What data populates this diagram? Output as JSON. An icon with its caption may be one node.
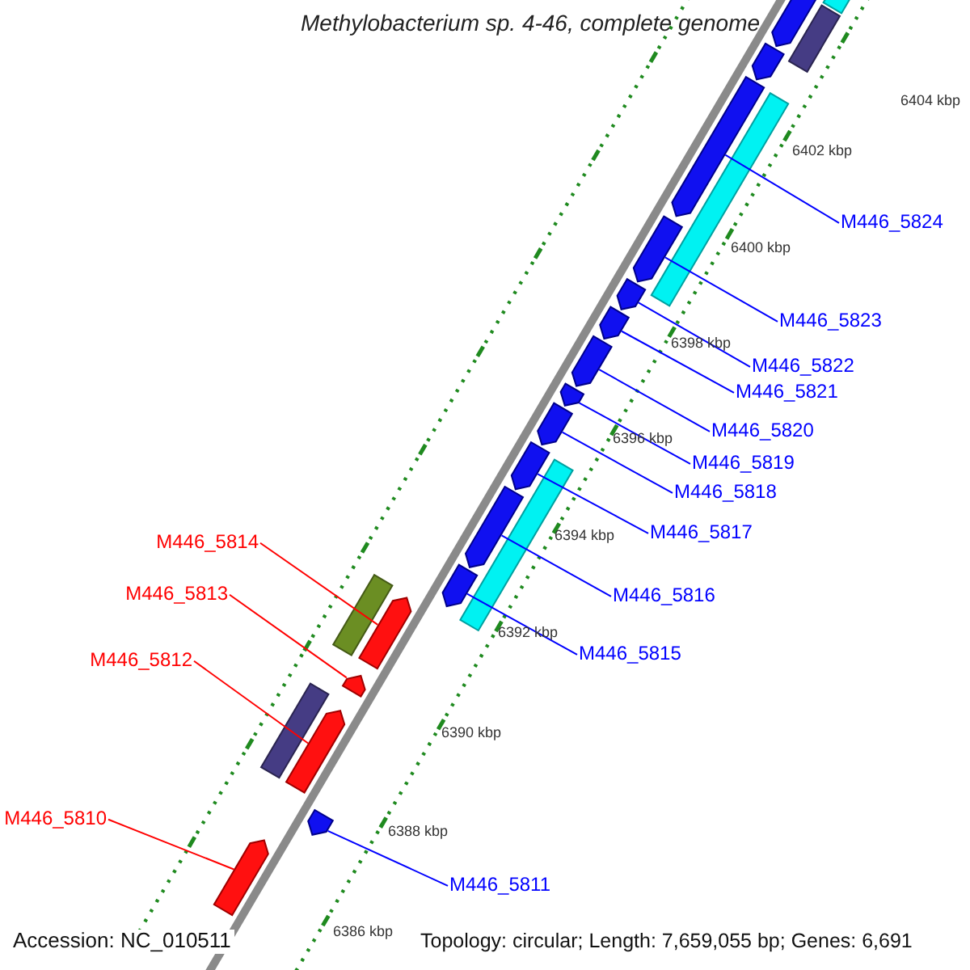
{
  "diagram": {
    "title": "Methylobacterium sp. 4-46, complete genome",
    "nodes": [
      {
        "text": [
          "M446_5824"
        ]
      },
      {
        "text": [
          "M446_5823"
        ]
      },
      {
        "text": [
          "M446_5822"
        ]
      },
      {
        "text": [
          "M446_5821"
        ]
      },
      {
        "text": [
          "M446_5820"
        ]
      },
      {
        "text": [
          "M446_5819"
        ]
      },
      {
        "text": [
          "M446_5818"
        ]
      },
      {
        "text": [
          "M446_5817"
        ]
      },
      {
        "text": [
          "M446_5816"
        ]
      },
      {
        "text": [
          "M446_5815"
        ]
      },
      {
        "text": [
          "M446_5814"
        ]
      },
      {
        "text": [
          "M446_5813"
        ]
      },
      {
        "text": [
          "M446_5812"
        ]
      },
      {
        "text": [
          "M446_5811"
        ]
      },
      {
        "text": [
          "M446_5810"
        ]
      },
      {
        "text": [],
        "shape": "bar"
      },
      {
        "text": [],
        "shape": "bar"
      },
      {
        "text": [],
        "shape": "bar"
      },
      {
        "text": [],
        "shape": "bar"
      },
      {
        "text": [],
        "shape": "bar"
      },
      {
        "text": [],
        "shape": "bar"
      },
      {
        "text": [],
        "shape": "bar"
      },
      {
        "text": [],
        "shape": "bar"
      },
      {
        "text": [],
        "shape": "bar"
      },
      {
        "text": [],
        "shape": "bar"
      },
      {
        "text": [],
        "shape": "bar"
      },
      {
        "text": [],
        "shape": "bar"
      },
      {
        "text": [],
        "shape": "bar"
      },
      {
        "text": [],
        "shape": "bar"
      },
      {
        "text": [],
        "shape": "bar"
      },
      {
        "text": [],
        "shape": "bar"
      },
      {
        "text": [],
        "shape": "bar"
      },
      {
        "text": [],
        "shape": "bar"
      },
      {
        "text": [],
        "shape": "bar"
      },
      {
        "text": [],
        "shape": "bar"
      },
      {
        "text": [],
        "shape": "bar"
      },
      {
        "text": [],
        "shape": "bar"
      },
      {
        "text": [],
        "shape": "bar"
      }
    ],
    "edges": [
      {
        "from": 0,
        "to": 19,
        "arrow": "none"
      },
      {
        "from": 1,
        "to": 21,
        "arrow": "none"
      },
      {
        "from": 2,
        "to": 22,
        "arrow": "none"
      },
      {
        "from": 3,
        "to": 23,
        "arrow": "none"
      },
      {
        "from": 4,
        "to": 24,
        "arrow": "none"
      },
      {
        "from": 5,
        "to": 25,
        "arrow": "none"
      },
      {
        "from": 6,
        "to": 26,
        "arrow": "none"
      },
      {
        "from": 7,
        "to": 27,
        "arrow": "none"
      },
      {
        "from": 8,
        "to": 29,
        "arrow": "none"
      },
      {
        "from": 9,
        "to": 30,
        "arrow": "none"
      },
      {
        "from": 10,
        "to": 32,
        "arrow": "none",
        "color": "#ff0000"
      },
      {
        "from": 11,
        "to": 33,
        "arrow": "none",
        "color": "#ff0000"
      },
      {
        "from": 12,
        "to": 35,
        "arrow": "none",
        "color": "#ff0000"
      },
      {
        "from": 13,
        "to": 36,
        "arrow": "none"
      },
      {
        "from": 14,
        "to": 37,
        "arrow": "none",
        "color": "#ff0000"
      }
    ],
    "labels": [
      "6404 kbp",
      "6402 kbp",
      "6400 kbp",
      "6398 kbp",
      "6396 kbp",
      "6394 kbp",
      "6392 kbp",
      "6390 kbp",
      "6388 kbp",
      "6386 kbp",
      "Accession: NC_010511",
      "Topology: circular; Length: 7,659,055 bp; Genes: 6,691"
    ]
  }
}
